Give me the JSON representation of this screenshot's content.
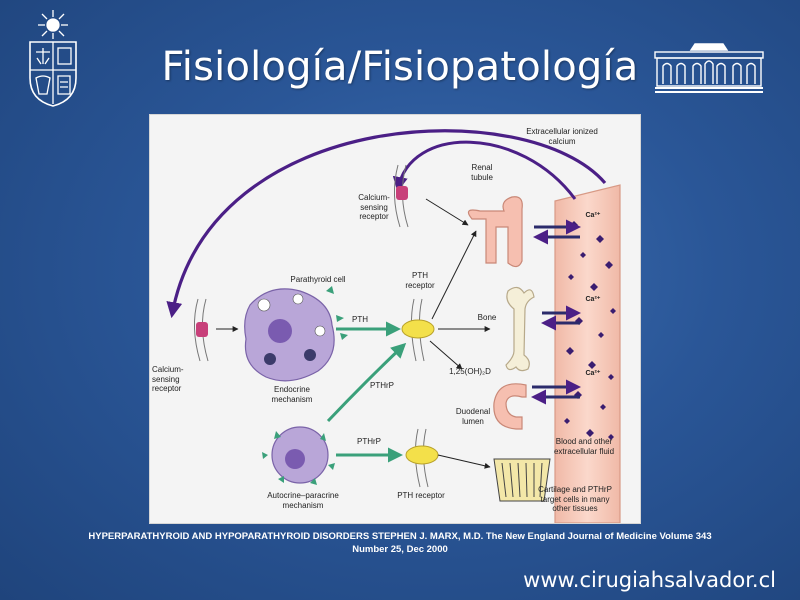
{
  "slide": {
    "title": "Fisiología/Fisiopatología",
    "caption_line1": "HYPERPARATHYROID AND HYPOPARATHYROID DISORDERS STEPHEN J. MARX, M.D. The New England Journal of Medicine Volume 343",
    "caption_line2": "Number 25, Dec 2000",
    "website": "www.cirugiahsalvador.cl"
  },
  "diagram": {
    "extracellular": "Extracellular ionized\ncalcium",
    "renal": "Renal\ntubule",
    "csr_top": "Calcium-\nsensing\nreceptor",
    "parathyroid": "Parathyroid cell",
    "pth_receptor_top": "PTH\nreceptor",
    "pth": "PTH",
    "bone": "Bone",
    "csr_left": "Calcium-\nsensing\nreceptor",
    "endocrine": "Endocrine\nmechanism",
    "pthrp1": "PTHrP",
    "vitd": "1,25(OH)₂D",
    "duodenal": "Duodenal\nlumen",
    "pthrp2": "PTHrP",
    "blood": "Blood and other\nextracellular fluid",
    "autocrine": "Autocrine–paracrine\nmechanism",
    "pth_receptor_bottom": "PTH receptor",
    "cartilage": "Cartilage and PTHrP\ntarget cells in many\nother tissues",
    "ca1": "Ca²⁺",
    "ca2": "Ca²⁺",
    "ca3": "Ca²⁺"
  },
  "colors": {
    "background": "#2a5697",
    "purple_arrow": "#4b1f86",
    "green_arrow": "#3aa07a",
    "receptor_yellow": "#f3e04a",
    "sensing_pink": "#c8407a"
  }
}
